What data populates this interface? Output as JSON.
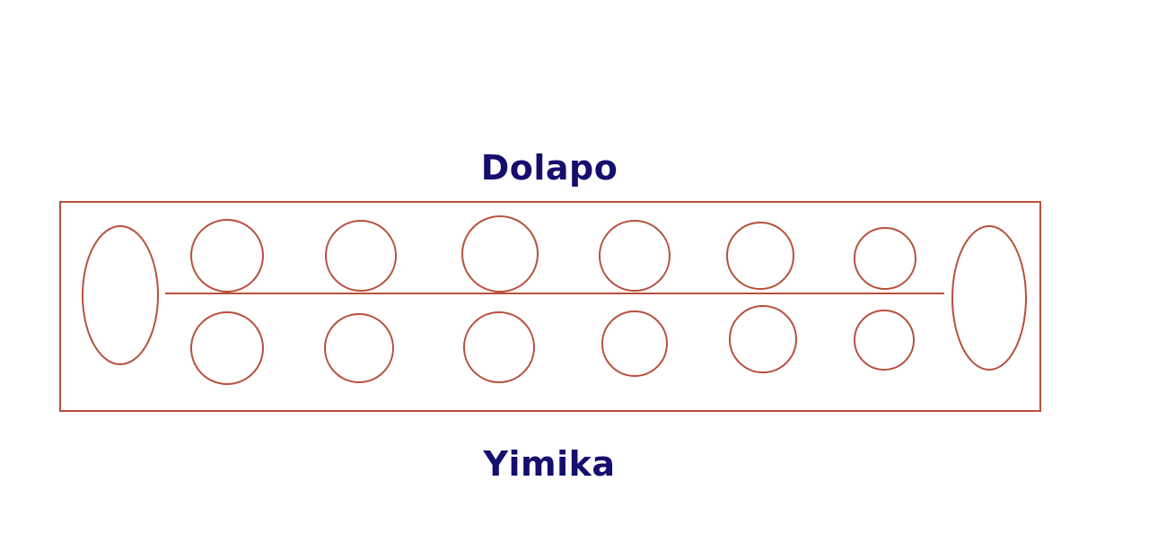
{
  "game": "mancala",
  "players": {
    "top": {
      "name": "Dolapo"
    },
    "bottom": {
      "name": "Yimika"
    }
  },
  "board": {
    "pits_per_row": 6,
    "stores": [
      "left-store",
      "right-store"
    ],
    "colors": {
      "board_line": "#b8503c",
      "player_name": "#140e6e",
      "background": "#ffffff"
    }
  }
}
